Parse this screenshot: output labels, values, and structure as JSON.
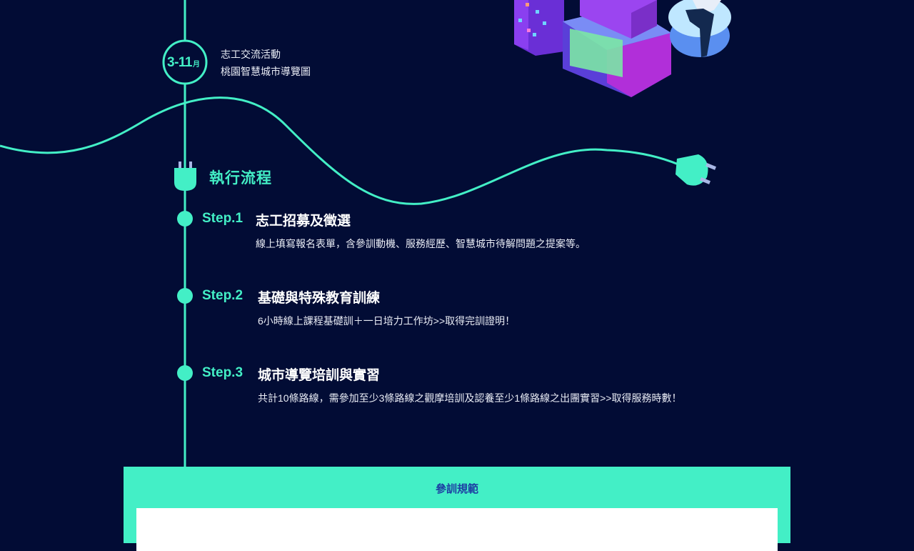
{
  "colors": {
    "background": "#020c35",
    "accent": "#43efc6",
    "text": "#ffffff",
    "panel_title": "#1d3fa3"
  },
  "event": {
    "month": "3-11",
    "month_unit": "月",
    "lines": [
      "志工交流活動",
      "桃園智慧城市導覽圖"
    ]
  },
  "section": {
    "icon": "plug-icon",
    "title": "執行流程"
  },
  "steps": [
    {
      "label": "Step.1",
      "title": "志工招募及徵選",
      "desc": "線上填寫報名表單，含參訓動機、服務經歷、智慧城市待解問題之提案等。"
    },
    {
      "label": "Step.2",
      "title": "基礎與特殊教育訓練",
      "desc": "6小時線上課程基礎訓＋一日培力工作坊>>取得完訓證明！"
    },
    {
      "label": "Step.3",
      "title": "城市導覽培訓與實習",
      "desc": "共計10條路線，需參加至少3條路線之觀摩培訓及認養至少1條路線之出團實習>>取得服務時數！"
    }
  ],
  "rules": {
    "title": "參訓規範"
  }
}
